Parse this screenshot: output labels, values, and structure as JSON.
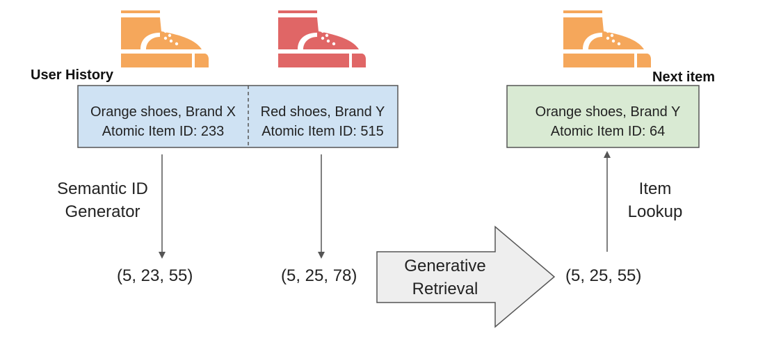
{
  "history": {
    "heading": "User History",
    "items": [
      {
        "line1": "Orange shoes, Brand X",
        "line2": "Atomic Item ID: 233",
        "semantic_id": "(5, 23, 55)",
        "shoe_color": "#f5a75b"
      },
      {
        "line1": "Red shoes, Brand Y",
        "line2": "Atomic Item ID: 515",
        "semantic_id": "(5, 25, 78)",
        "shoe_color": "#e06666"
      }
    ],
    "box_color": "#cfe2f3"
  },
  "generator_label": [
    "Semantic ID",
    "Generator"
  ],
  "retrieval_label": [
    "Generative",
    "Retrieval"
  ],
  "predicted_semantic_id": "(5, 25, 55)",
  "lookup_label": [
    "Item",
    "Lookup"
  ],
  "next_item": {
    "heading": "Next item",
    "line1": "Orange shoes, Brand Y",
    "line2": "Atomic Item ID: 64",
    "shoe_color": "#f5a75b",
    "box_color": "#d9ead3"
  },
  "icons": [
    "boot-icon",
    "boot-icon",
    "boot-icon"
  ]
}
